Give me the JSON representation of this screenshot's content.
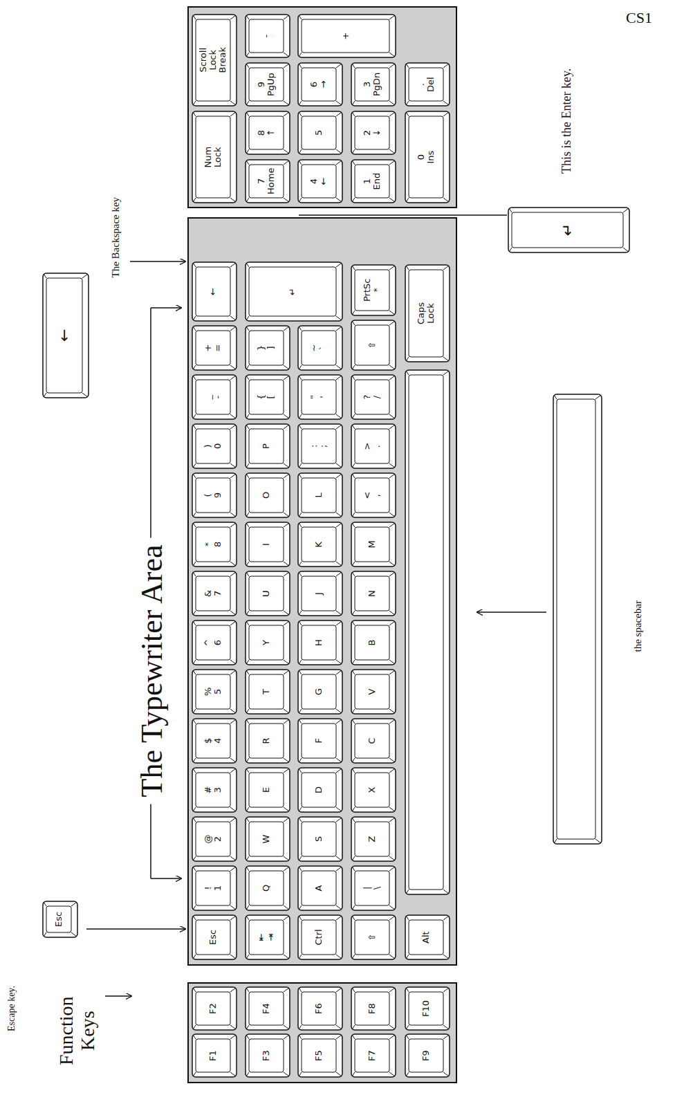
{
  "diagram": {
    "labels": [
      "CS1",
      "Escape key.",
      "Function Keys",
      "The Typewriter Area",
      "The Backspace key",
      "This is the Enter key.",
      "the spacebar",
      "Esc",
      "←",
      "↵",
      "F1",
      "F2",
      "F3",
      "F4",
      "F5",
      "F6",
      "F7",
      "F8",
      "F9",
      "F10",
      "Esc",
      "! 1",
      "@ 2",
      "# 3",
      "$ 4",
      "% 5",
      "^ 6",
      "& 7",
      "* 8",
      "( 9",
      ") 0",
      "_ -",
      "+ =",
      "←",
      "⇤ ⇥",
      "Q",
      "W",
      "E",
      "R",
      "T",
      "Y",
      "U",
      "I",
      "O",
      "P",
      "{ [",
      "} ]",
      "↵",
      "Ctrl",
      "A",
      "S",
      "D",
      "F",
      "G",
      "H",
      "J",
      "K",
      "L",
      ": ;",
      "\" '",
      "~ `",
      "⇧",
      "| \\",
      "Z",
      "X",
      "C",
      "V",
      "B",
      "N",
      "M",
      "< ,",
      "> .",
      "? /",
      "⇧",
      "PrtSc *",
      "Alt",
      "Caps Lock",
      "Num Lock",
      "Scroll Lock Break",
      "7 Home",
      "8 ↑",
      "9 PgUp",
      "-",
      "4 ←",
      "5",
      "6 →",
      "+",
      "1 End",
      "2 ↓",
      "3 PgDn",
      "0 Ins",
      ". Del"
    ]
  }
}
